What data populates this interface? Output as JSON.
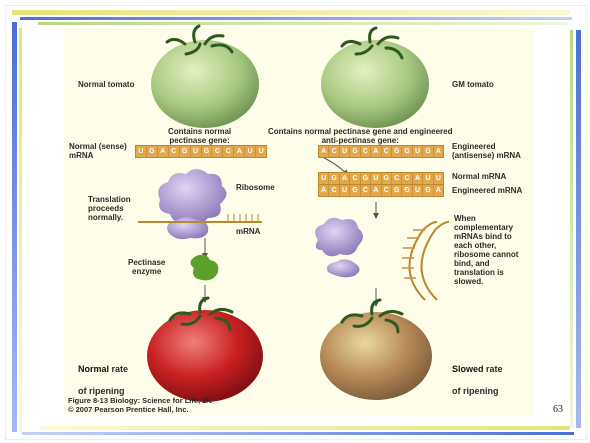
{
  "labels": {
    "normal_tomato": "Normal tomato",
    "gm_tomato": "GM tomato",
    "contains_normal": "Contains normal\npectinase gene:",
    "contains_engineered": "Contains normal pectinase gene and engineered\nanti-pectinase gene:",
    "normal_sense_mrna": "Normal (sense)\nmRNA",
    "engineered_antisense": "Engineered\n(antisense) mRNA",
    "normal_mrna": "Normal mRNA",
    "engineered_mrna": "Engineered mRNA",
    "ribosome": "Ribosome",
    "translation": "Translation\nproceeds\nnormally.",
    "mrna": "mRNA",
    "pectinase_enzyme": "Pectinase\nenzyme",
    "complementary": "When\ncomplementary\nmRNAs bind to\neach other,\nribosome cannot\nbind, and\ntranslation is\nslowed.",
    "normal_rate_bold": "Normal",
    "normal_rate_rest": " rate",
    "normal_rate_line2": "of ripening",
    "slowed_rate_bold": "Slowed",
    "slowed_rate_rest": " rate",
    "slowed_rate_line2": "of ripening",
    "caption": "Figure 8-13 Biology: Science for Life, 2/e\n© 2007 Pearson Prentice Hall, Inc."
  },
  "sequences": {
    "sense": [
      "U",
      "G",
      "A",
      "C",
      "G",
      "U",
      "G",
      "C",
      "C",
      "A",
      "U",
      "U"
    ],
    "antisense": [
      "A",
      "C",
      "U",
      "G",
      "C",
      "A",
      "C",
      "G",
      "G",
      "U",
      "G",
      "A"
    ]
  },
  "page_number": "63",
  "colors": {
    "accent_blue": "#4a6fd8",
    "accent_yellow": "#e8e27a",
    "accent_green": "#b8d880",
    "figure_bg": "#fefde9"
  }
}
